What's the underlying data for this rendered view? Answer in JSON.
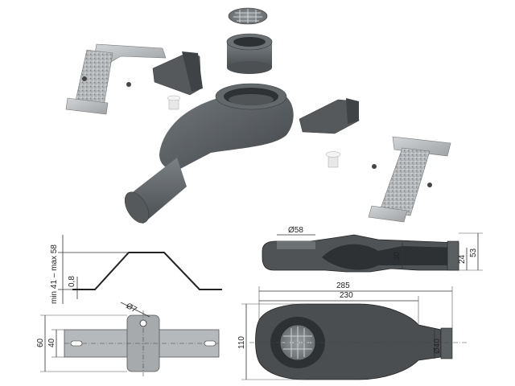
{
  "drawing": {
    "profile": {
      "height_label": "min 41 – max 58",
      "thickness_label": "0,8"
    },
    "bracket_plan": {
      "hole_label": "Ø7",
      "outer_height_label": "60",
      "inner_height_label": "40"
    },
    "section_view": {
      "outlet_diameter_label": "Ø58",
      "pipe_height_label": "30",
      "outlet_height_label": "24",
      "total_height_label": "53"
    },
    "plan_view": {
      "overall_length_label": "285",
      "body_length_label": "230",
      "width_label": "110",
      "pipe_diameter_label": "Ø40"
    }
  },
  "colors": {
    "body": "#5a5f63",
    "body_dark": "#3c4043",
    "metal": "#b8bcbf",
    "grate": "#8a8f92",
    "line": "#333333"
  }
}
